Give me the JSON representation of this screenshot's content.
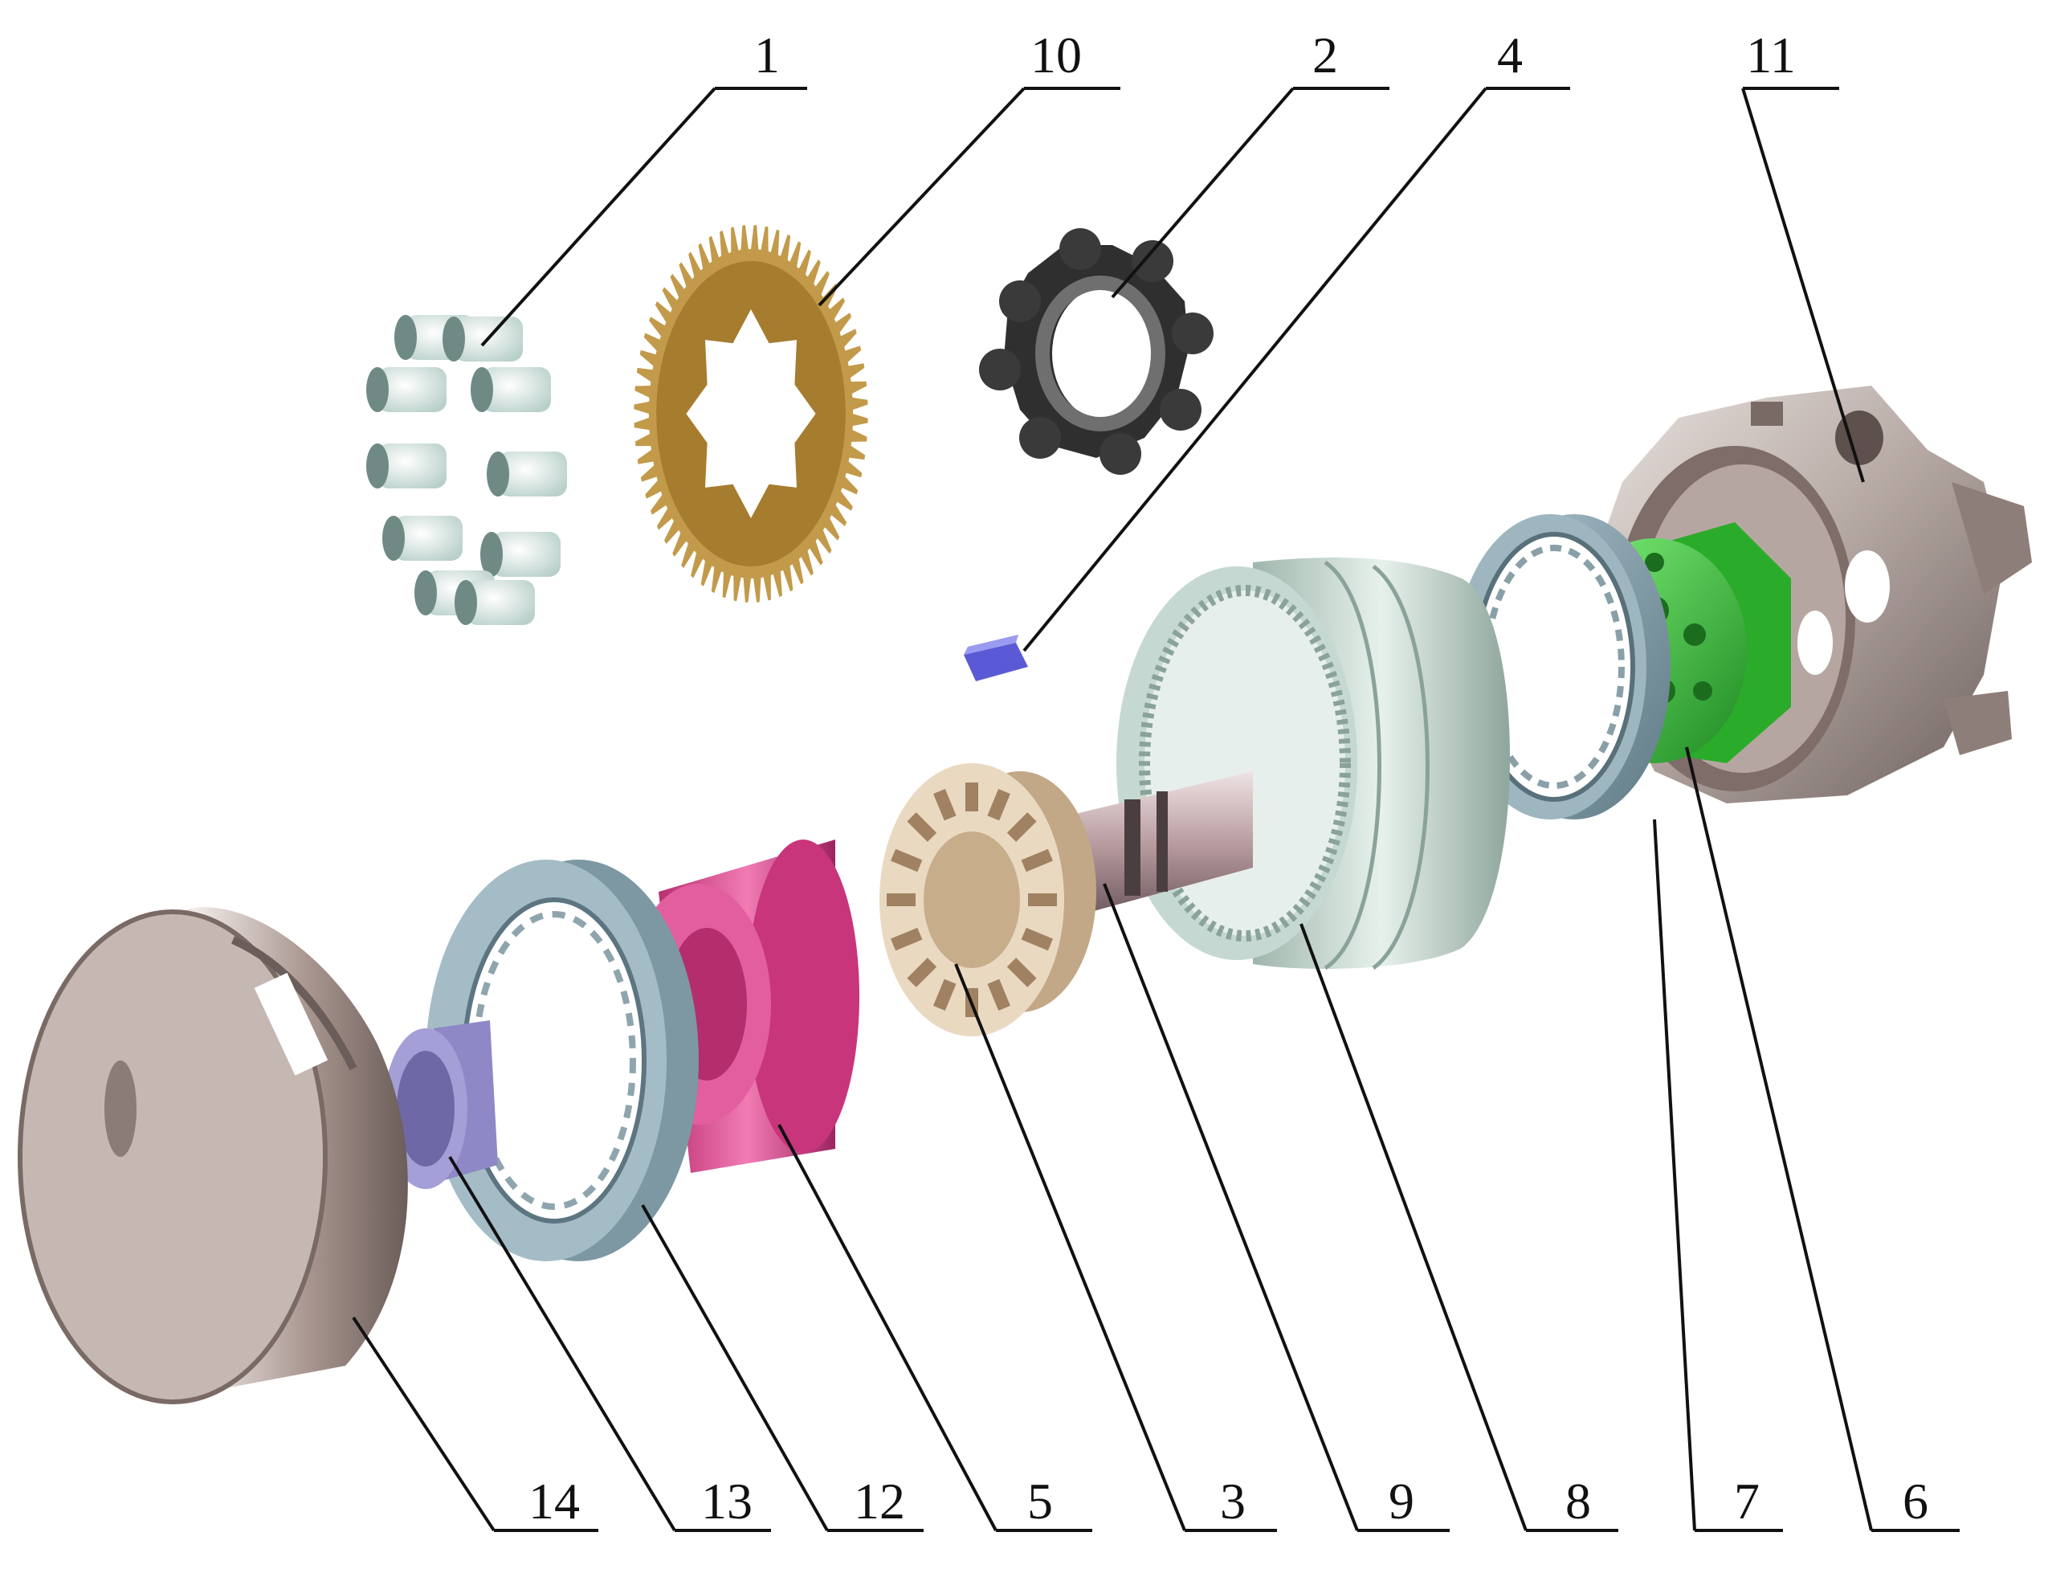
{
  "figure": {
    "top_labels": [
      "1",
      "10",
      "2",
      "4",
      "11"
    ],
    "bottom_labels": [
      "14",
      "13",
      "12",
      "5",
      "3",
      "9",
      "8",
      "7",
      "6"
    ]
  },
  "parts": {
    "rollers": "1",
    "gear": "10",
    "cam_ring": "2",
    "key": "4",
    "housing": "11",
    "end_cap": "14",
    "spline_hub": "13",
    "bearing_left": "12",
    "sleeve": "5",
    "valve_plate": "3",
    "shaft": "9",
    "ring_gear_housing": "8",
    "bearing_right": "7",
    "distributor": "6"
  },
  "colors": {
    "gear": "#c29a4a",
    "cam_ring": "#3c3c3c",
    "key": "#5a5ad6",
    "housing": "#9c8a86",
    "sleeve": "#d6498f",
    "distributor": "#3fc23a",
    "bearing": "#7f9aa6",
    "roller": "#d7e6e2",
    "ring_gear": "#bcd0c8",
    "shaft": "#b39ea0",
    "valve_plate": "#d9c3a3",
    "end_cap": "#a99a95",
    "hub": "#8e88c6"
  }
}
